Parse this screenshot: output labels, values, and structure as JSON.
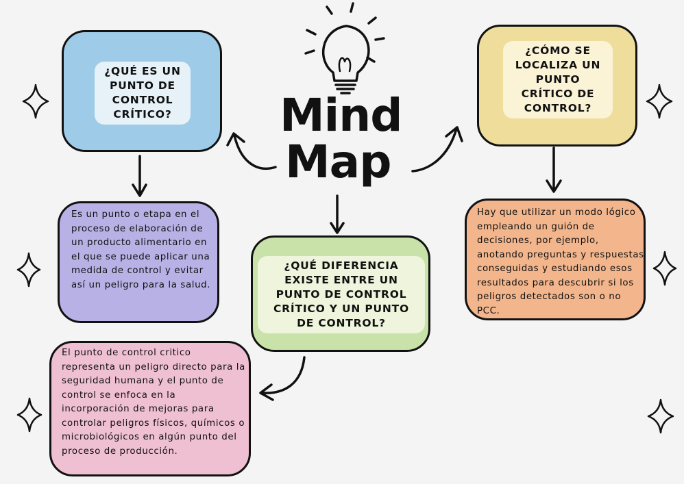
{
  "title": {
    "line1": "Mind",
    "line2": "Map"
  },
  "nodes": {
    "what_is": {
      "question": "¿QUÉ ES UN PUNTO DE CONTROL CRÍTICO?",
      "answer": "Es un punto o etapa en el proceso de elaboración de un producto alimentario en el que se puede aplicar una medida de control y evitar así un peligro para la salud."
    },
    "difference": {
      "question": "¿QUÉ DIFERENCIA EXISTE ENTRE UN PUNTO DE CONTROL CRÍTICO Y UN PUNTO DE CONTROL?",
      "answer": "El punto de control critico representa un peligro directo para la seguridad humana y el punto de control se enfoca en la incorporación de mejoras para controlar peligros físicos, químicos o microbiológicos en algún punto del proceso de producción."
    },
    "how_locate": {
      "question": "¿CÓMO SE LOCALIZA UN PUNTO CRÍTICO DE CONTROL?",
      "answer": "Hay que utilizar un modo lógico empleando un guión de decisiones, por ejemplo, anotando preguntas y respuestas conseguidas y estudiando esos resultados para descubrir si los peligros detectados son o no PCC."
    }
  },
  "icons": [
    "lightbulb-icon",
    "sparkle-icon",
    "arrow-icon"
  ],
  "colors": {
    "background": "#f4f4f4",
    "blue": "#9ecbe7",
    "yellow": "#efdd9b",
    "purple": "#b7b1e6",
    "green": "#c8e2a9",
    "orange": "#f2b58c",
    "pink": "#efbfd2",
    "outline": "#111111"
  }
}
